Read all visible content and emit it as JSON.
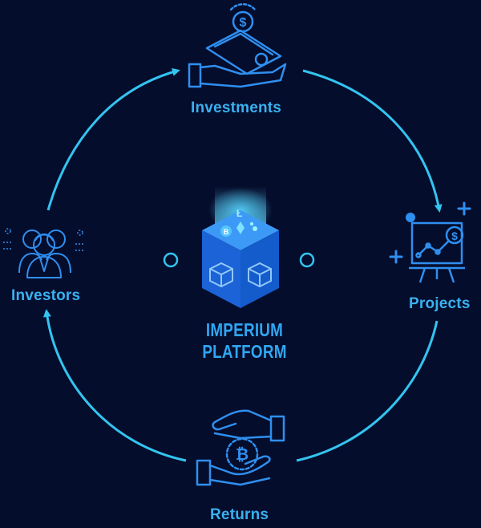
{
  "nodes": {
    "investments": {
      "label": "Investments",
      "icon": "hand-money-icon"
    },
    "projects": {
      "label": "Projects",
      "icon": "presentation-chart-icon"
    },
    "returns": {
      "label": "Returns",
      "icon": "bitcoin-exchange-hands-icon"
    },
    "investors": {
      "label": "Investors",
      "icon": "people-group-icon"
    }
  },
  "platform": {
    "title": "IMPERIUM PLATFORM",
    "icon": "blockchain-cube-icon"
  },
  "colors": {
    "background": "#050d2c",
    "line": "#33c4f0",
    "label": "#3ab0f0",
    "icon": "#2f8ff0",
    "cube": "#1c6ce8"
  }
}
